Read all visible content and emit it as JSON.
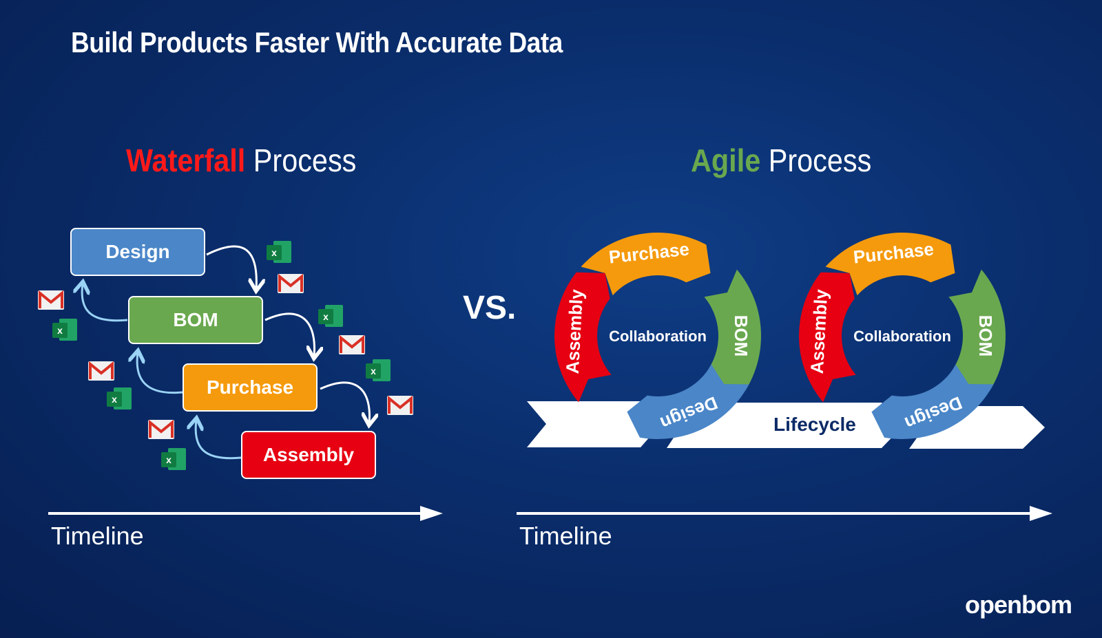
{
  "title": "Build Products Faster With Accurate Data",
  "waterfall": {
    "heading_accent": "Waterfall",
    "heading_rest": " Process",
    "steps": [
      "Design",
      "BOM",
      "Purchase",
      "Assembly"
    ],
    "timeline": "Timeline"
  },
  "vs": "VS.",
  "agile": {
    "heading_accent": "Agile",
    "heading_rest": " Process",
    "cycles": [
      {
        "center": "Collaboration",
        "segments": [
          "Purchase",
          "BOM",
          "Design",
          "Assembly"
        ]
      },
      {
        "center": "Collaboration",
        "segments": [
          "Purchase",
          "BOM",
          "Design",
          "Assembly"
        ]
      }
    ],
    "lifecycle": "Lifecycle",
    "timeline": "Timeline"
  },
  "logo": "openbom",
  "colors": {
    "design": "#4a86c8",
    "bom": "#6aa84f",
    "purchase": "#f59a0c",
    "assembly": "#e60012",
    "waterfall": "#ff1a1a",
    "agile": "#6aa84f",
    "lifecycle_text": "#0b2a66"
  },
  "icons": [
    "mail-icon",
    "excel-icon"
  ]
}
